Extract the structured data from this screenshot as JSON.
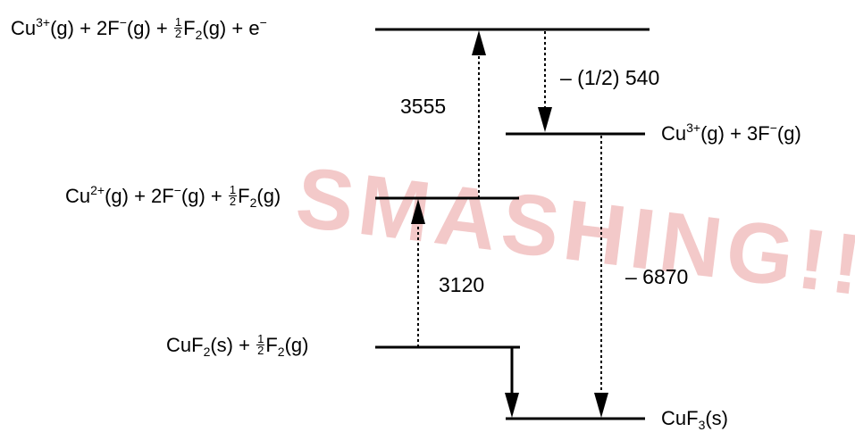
{
  "colors": {
    "line": "#000000",
    "watermark": "#f3c9c9"
  },
  "watermark_text": "SMASHING!!",
  "levels": [
    {
      "id": "cu3-2f-halff2-e",
      "label": {
        "p1": "Cu",
        "s1": "3+",
        "p2": "(g) + 2F",
        "s2": "−",
        "p3": "(g) + ",
        "fn": "1",
        "fd": "2",
        "p4": "F",
        "sub": "2",
        "p5": "(g) + e",
        "s3": "−"
      }
    },
    {
      "id": "cu3-3f",
      "label": {
        "p1": "Cu",
        "s1": "3+",
        "p2": "(g) + 3F",
        "s2": "−",
        "p3": "(g)"
      }
    },
    {
      "id": "cu2-2f-halff2",
      "label": {
        "p1": "Cu",
        "s1": "2+",
        "p2": "(g) + 2F",
        "s2": "−",
        "p3": "(g) + ",
        "fn": "1",
        "fd": "2",
        "p4": "F",
        "sub": "2",
        "p5": "(g)"
      }
    },
    {
      "id": "cuf2-halff2",
      "label": {
        "p1": "CuF",
        "sub1": "2",
        "p2": "(s) + ",
        "fn": "1",
        "fd": "2",
        "p3": "F",
        "sub2": "2",
        "p4": "(g)"
      }
    },
    {
      "id": "cuf3",
      "label": {
        "p1": "CuF",
        "sub": "3",
        "p2": "(s)"
      }
    }
  ],
  "transitions": [
    {
      "id": "ie3",
      "value": "3555"
    },
    {
      "id": "ea-half",
      "value": "– (1/2) 540"
    },
    {
      "id": "ie-cu2",
      "value": "3120"
    },
    {
      "id": "lattice",
      "value": "– 6870"
    }
  ]
}
